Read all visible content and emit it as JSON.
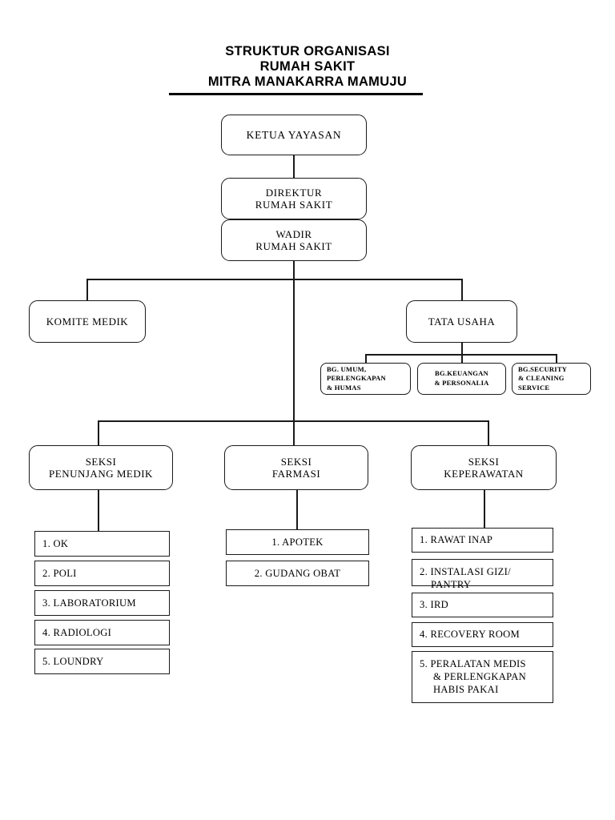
{
  "title": {
    "line1": "STRUKTUR ORGANISASI",
    "line2": "RUMAH SAKIT",
    "line3": "MITRA MANAKARRA MAMUJU"
  },
  "chart_data": {
    "type": "diagram",
    "diagram_type": "organization-chart",
    "title": "STRUKTUR ORGANISASI RUMAH SAKIT MITRA MANAKARRA MAMUJU",
    "orientation": "top-down",
    "nodes": [
      {
        "id": "ketua-yayasan",
        "label": "KETUA YAYASAN",
        "level": 1
      },
      {
        "id": "direktur",
        "label": "DIREKTUR\nRUMAH SAKIT",
        "level": 2
      },
      {
        "id": "wadir",
        "label": "WADIR\nRUMAH SAKIT",
        "level": 3
      },
      {
        "id": "komite-medik",
        "label": "KOMITE MEDIK",
        "level": 4
      },
      {
        "id": "tata-usaha",
        "label": "TATA USAHA",
        "level": 4
      },
      {
        "id": "bg-umum",
        "label": "BG. UMUM, PERLENGKAPAN & HUMAS",
        "level": 5
      },
      {
        "id": "bg-keuangan",
        "label": "BG.KEUANGAN & PERSONALIA",
        "level": 5
      },
      {
        "id": "bg-security",
        "label": "BG.SECURITY & CLEANING SERVICE",
        "level": 5
      },
      {
        "id": "seksi-penunjang-medik",
        "label": "SEKSI PENUNJANG MEDIK",
        "level": 5
      },
      {
        "id": "seksi-farmasi",
        "label": "SEKSI FARMASI",
        "level": 5
      },
      {
        "id": "seksi-keperawatan",
        "label": "SEKSI KEPERAWATAN",
        "level": 5
      }
    ],
    "edges": [
      {
        "from": "ketua-yayasan",
        "to": "direktur"
      },
      {
        "from": "direktur",
        "to": "wadir"
      },
      {
        "from": "wadir",
        "to": "komite-medik"
      },
      {
        "from": "wadir",
        "to": "tata-usaha"
      },
      {
        "from": "tata-usaha",
        "to": "bg-umum"
      },
      {
        "from": "tata-usaha",
        "to": "bg-keuangan"
      },
      {
        "from": "tata-usaha",
        "to": "bg-security"
      },
      {
        "from": "wadir",
        "to": "seksi-penunjang-medik"
      },
      {
        "from": "wadir",
        "to": "seksi-farmasi"
      },
      {
        "from": "wadir",
        "to": "seksi-keperawatan"
      }
    ]
  },
  "top_chain": {
    "ketua_yayasan": "KETUA YAYASAN",
    "direktur_l1": "DIREKTUR",
    "direktur_l2": "RUMAH SAKIT",
    "wadir_l1": "WADIR",
    "wadir_l2": "RUMAH SAKIT"
  },
  "level4": {
    "komite_medik": "KOMITE MEDIK",
    "tata_usaha": "TATA USAHA"
  },
  "tata_usaha_subdepts": [
    {
      "line1": "BG. UMUM,",
      "line2": "PERLENGKAPAN",
      "line3": "& HUMAS"
    },
    {
      "line1": "BG.KEUANGAN",
      "line2": "& PERSONALIA",
      "line3": ""
    },
    {
      "line1": "BG.SECURITY",
      "line2": "& CLEANING",
      "line3": "SERVICE"
    }
  ],
  "seksi": {
    "penunjang_medik_l1": "SEKSI",
    "penunjang_medik_l2": "PENUNJANG MEDIK",
    "farmasi_l1": "SEKSI",
    "farmasi_l2": "FARMASI",
    "keperawatan_l1": "SEKSI",
    "keperawatan_l2": "KEPERAWATAN"
  },
  "penunjang_medik_items": [
    "1. OK",
    "2. POLI",
    "3. LABORATORIUM",
    "4. RADIOLOGI",
    "5. LOUNDRY"
  ],
  "farmasi_items": [
    "1. APOTEK",
    "2. GUDANG OBAT"
  ],
  "keperawatan_items": [
    {
      "line1": "1.  RAWAT  INAP",
      "line2": "",
      "line3": ""
    },
    {
      "line1": "2. INSTALASI GIZI/",
      "line2": "PANTRY",
      "line3": ""
    },
    {
      "line1": "3.  IRD",
      "line2": "",
      "line3": ""
    },
    {
      "line1": "4. RECOVERY ROOM",
      "line2": "",
      "line3": ""
    },
    {
      "line1": "5.  PERALATAN MEDIS",
      "line2": "& PERLENGKAPAN",
      "line3": "HABIS PAKAI"
    }
  ],
  "colors": {
    "line": "#1a1a1a",
    "background": "#ffffff",
    "text": "#000000"
  }
}
